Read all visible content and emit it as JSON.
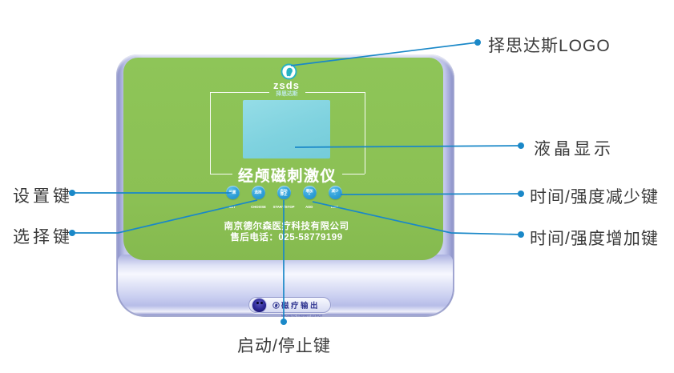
{
  "device": {
    "logo": {
      "latin": "zsds",
      "chinese": "择思达斯"
    },
    "title": "经颅磁刺激仪",
    "buttons": [
      {
        "line1": "设置",
        "line2": "",
        "en": "SET"
      },
      {
        "line1": "选择",
        "line2": "",
        "en": "CHOOSE"
      },
      {
        "line1": "启动",
        "line2": "停止",
        "en": "START/STOP"
      },
      {
        "line1": "增加",
        "line2": "+",
        "en": "ADD"
      },
      {
        "line1": "减少",
        "line2": "-",
        "en": "DEC"
      }
    ],
    "company": {
      "name": "南京德尔森医疗科技有限公司",
      "phone": "售后电话：025-58779199"
    },
    "port": {
      "label": "磁疗输出",
      "sublabel": "MAGNETIC THERAPY OUTPUT"
    }
  },
  "callouts": {
    "logo": "择思达斯LOGO",
    "lcd": "液晶显示",
    "decrease": "时间/强度减少键",
    "increase": "时间/强度增加键",
    "set": "设置键",
    "choose": "选择键",
    "start_stop": "启动/停止键"
  },
  "colors": {
    "callout_line": "#1a88c8",
    "panel_green": "#8bc054",
    "screen_cyan": "#7fd2df",
    "button_blue": "#2f9fd8",
    "body_lavender": "#ccd1f1",
    "port_navy": "#2b2795",
    "brand_teal": "#27b2c3",
    "label_text": "#3a3a3a"
  }
}
